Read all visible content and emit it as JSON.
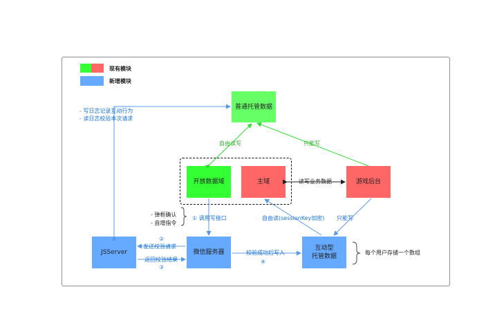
{
  "legend": {
    "existing": {
      "label": "现有模块",
      "colors": [
        "#33ff33",
        "#ff6666"
      ]
    },
    "new": {
      "label": "新增模块",
      "color": "#66aaff"
    }
  },
  "nodes": {
    "hosted": "普通托管数据",
    "open_domain": "开放数据域",
    "main_domain": "主域",
    "game_backend": "游戏后台",
    "jsserver": "JSServer",
    "wechat_server": "微信服务器",
    "interactive": "互动型\n托管数据"
  },
  "labels": {
    "js_note_1": "-  写日志记录互动行为",
    "js_note_2": "-  读日志校验本次请求",
    "free_rw": "自由读写",
    "write_only": "只能写",
    "rw_business": "读写业务数据",
    "popup_confirm": "-  弹框确认",
    "auto_instr": "-  自增指令",
    "call_write": "① 调用写接口",
    "free_read_session": "自由读(sessionKey加密)",
    "write_only_2": "只能写",
    "step2": "②",
    "send_verify": "发送校验请求",
    "return_result": "返回校验结果",
    "step3": "③",
    "verify_write": "校验成功后写入",
    "step4": "④",
    "per_user": "每个用户存储一个数组"
  },
  "colors": {
    "green": "#66ff66",
    "bright_green": "#33ff33",
    "red": "#ff6666",
    "blue": "#66aaff",
    "arrow_blue": "#5599ee",
    "arrow_green": "#33dd33"
  }
}
